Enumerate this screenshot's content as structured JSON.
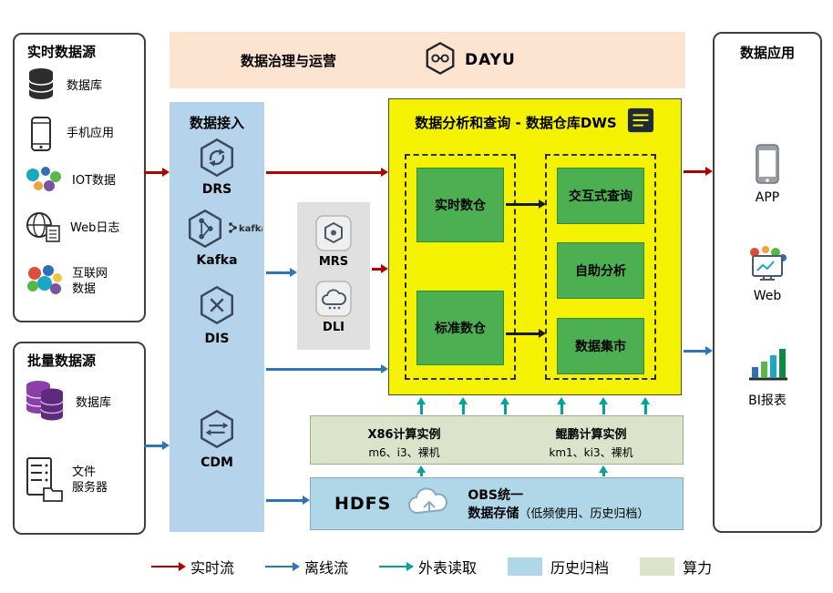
{
  "colors": {
    "red": "#b00000",
    "blue": "#2e75b6",
    "teal": "#00a39b",
    "yellow": "#f5f200",
    "green": "#4cb052",
    "green-border": "#2e8b3a",
    "peach": "#fce4d0",
    "panel-blue": "#b5d3eb",
    "gray-box": "#e0e0e0",
    "olive": "#dce3cb",
    "hdfs-blue": "#b0d7e8"
  },
  "realtime_sources": {
    "title": "实时数据源",
    "items": [
      {
        "label": "数据库",
        "icon": "database-icon"
      },
      {
        "label": "手机应用",
        "icon": "phone-icon"
      },
      {
        "label": "IOT数据",
        "icon": "iot-icon"
      },
      {
        "label": "Web日志",
        "icon": "web-log-icon"
      },
      {
        "label": "互联网\n数据",
        "icon": "internet-data-icon"
      }
    ]
  },
  "batch_sources": {
    "title": "批量数据源",
    "items": [
      {
        "label": "数据库",
        "icon": "database-stack-icon"
      },
      {
        "label": "文件\n服务器",
        "icon": "file-server-icon"
      }
    ]
  },
  "governance": {
    "title": "数据治理与运营",
    "logo_text": "DAYU"
  },
  "ingestion": {
    "title": "数据接入",
    "services": [
      {
        "label": "DRS"
      },
      {
        "label": "Kafka",
        "wordmark": "kafka"
      },
      {
        "label": "DIS"
      },
      {
        "label": "CDM"
      }
    ]
  },
  "middleware": {
    "services": [
      {
        "label": "MRS"
      },
      {
        "label": "DLI"
      }
    ]
  },
  "dws": {
    "title": "数据分析和查询 - 数据仓库DWS",
    "warehouses": [
      {
        "label": "实时数仓"
      },
      {
        "label": "标准数仓"
      }
    ],
    "services": [
      {
        "label": "交互式查询"
      },
      {
        "label": "自助分析"
      },
      {
        "label": "数据集市"
      }
    ]
  },
  "compute": {
    "x86": {
      "title": "X86计算实例",
      "subtitle": "m6、i3、裸机"
    },
    "kunpeng": {
      "title": "鲲鹏计算实例",
      "subtitle": "km1、ki3、裸机"
    }
  },
  "storage": {
    "hdfs_label": "HDFS",
    "obs_line1": "OBS统一",
    "obs_line2": "数据存储",
    "obs_note": "（低频使用、历史归档）"
  },
  "applications": {
    "title": "数据应用",
    "items": [
      {
        "label": "APP"
      },
      {
        "label": "Web"
      },
      {
        "label": "BI报表"
      }
    ]
  },
  "legend": {
    "items": [
      {
        "label": "实时流",
        "type": "arrow",
        "color": "#b00000"
      },
      {
        "label": "离线流",
        "type": "arrow",
        "color": "#2e75b6"
      },
      {
        "label": "外表读取",
        "type": "arrow",
        "color": "#00a39b"
      },
      {
        "label": "历史归档",
        "type": "swatch",
        "color": "#b0d7e8"
      },
      {
        "label": "算力",
        "type": "swatch",
        "color": "#dce3cb"
      }
    ]
  }
}
